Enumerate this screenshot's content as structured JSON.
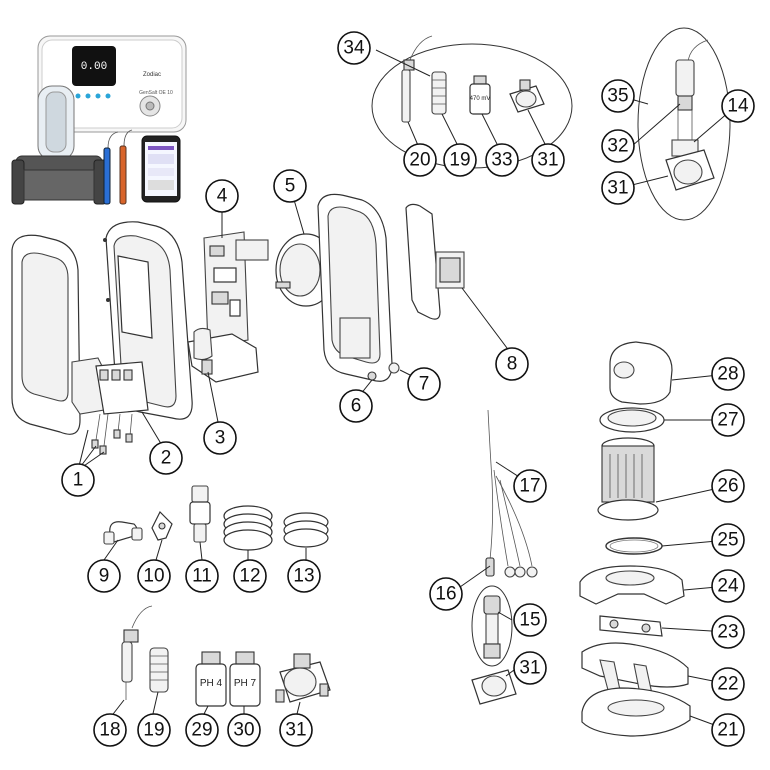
{
  "diagram": {
    "type": "exploded-parts-diagram",
    "product_display": {
      "screen_text": "0.00",
      "brand_label": "Zodiac",
      "model_label": "GenSalt OE 10",
      "probe_label": "470 mV",
      "buffer_labels": [
        "PH 4",
        "PH 7"
      ]
    },
    "callouts": [
      "1",
      "2",
      "3",
      "4",
      "5",
      "6",
      "7",
      "8",
      "9",
      "10",
      "11",
      "12",
      "13",
      "14",
      "15",
      "16",
      "17",
      "18",
      "19",
      "20",
      "21",
      "22",
      "23",
      "24",
      "25",
      "26",
      "27",
      "28",
      "29",
      "30",
      "31",
      "32",
      "33",
      "34",
      "35"
    ],
    "callout_labels": {
      "c1": "1",
      "c2": "2",
      "c3": "3",
      "c4": "4",
      "c5": "5",
      "c6": "6",
      "c7": "7",
      "c8": "8",
      "c9": "9",
      "c10": "10",
      "c11": "11",
      "c12": "12",
      "c13": "13",
      "c14": "14",
      "c15": "15",
      "c16": "16",
      "c17": "17",
      "c18": "18",
      "c19a": "19",
      "c19b": "19",
      "c20": "20",
      "c21": "21",
      "c22": "22",
      "c23": "23",
      "c24": "24",
      "c25": "25",
      "c26": "26",
      "c27": "27",
      "c28": "28",
      "c29": "29",
      "c30": "30",
      "c31a": "31",
      "c31b": "31",
      "c31c": "31",
      "c31d": "31",
      "c32": "32",
      "c33": "33",
      "c34": "34",
      "c35": "35"
    }
  }
}
